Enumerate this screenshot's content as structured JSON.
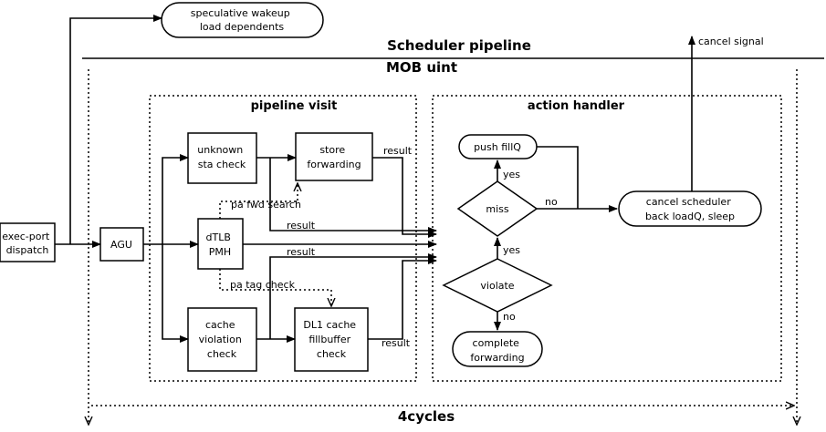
{
  "diagram": {
    "nodes": {
      "spec_wakeup": [
        "speculative wakeup",
        "load dependents"
      ],
      "exec_port": [
        "exec-port",
        "dispatch"
      ],
      "agu": "AGU",
      "dtlb": [
        "dTLB",
        "PMH"
      ],
      "unknown_sta": [
        "unknown",
        "sta check"
      ],
      "store_fwd": [
        "store",
        "forwarding"
      ],
      "cache_violation": [
        "cache",
        "violation",
        "check"
      ],
      "dl1": [
        "DL1 cache",
        "fillbuffer",
        "check"
      ],
      "push_fillq": "push fillQ",
      "miss": "miss",
      "violate": "violate",
      "complete_fwd": [
        "complete",
        "forwarding"
      ],
      "cancel_sched": [
        "cancel scheduler",
        "back loadQ, sleep"
      ]
    },
    "titles": {
      "scheduler": "Scheduler pipeline",
      "mob": "MOB uint",
      "pipeline_visit": "pipeline visit",
      "action_handler": "action handler",
      "cycles": "4cycles"
    },
    "edge_labels": {
      "cancel_signal": "cancel signal",
      "pa_fwd_search": "pa fwd search",
      "pa_tag_check": "pa tag check",
      "result_store": "result",
      "result_dtlb_1": "result",
      "result_dtlb_2": "result",
      "result_dl1": "result",
      "yes_miss": "yes",
      "yes_violate": "yes",
      "no_miss": "no",
      "no_violate": "no"
    }
  }
}
